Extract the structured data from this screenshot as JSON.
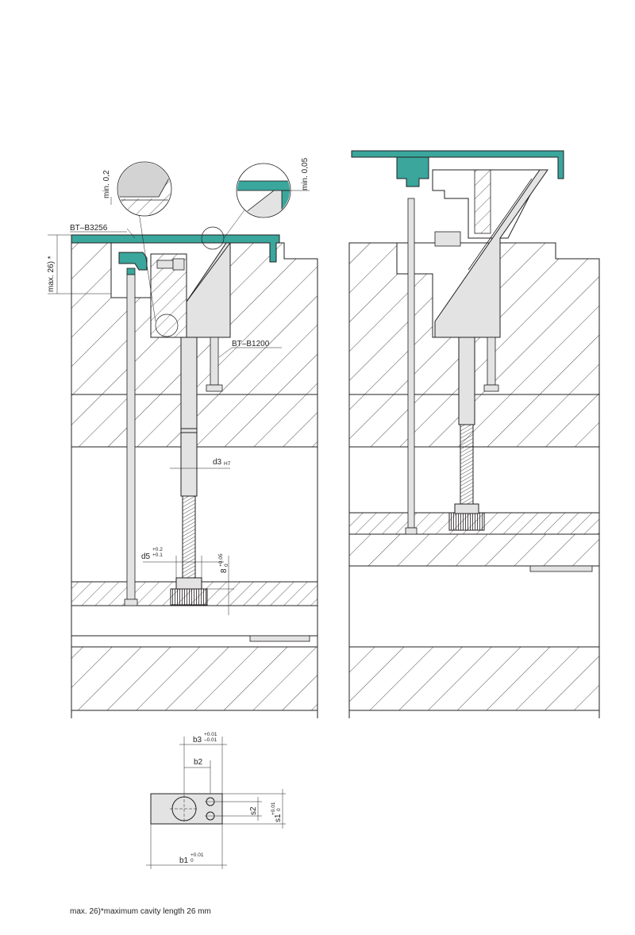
{
  "colors": {
    "mold_insert": "#3aa69c",
    "part": "#e3e3e3",
    "line": "#231f20"
  },
  "labels": {
    "bt_b3256": "BT–B3256",
    "bt_b1200": "BT–B1200",
    "max_cavity": "max. 26) *",
    "min_02": "min. 0,2",
    "min_005": "min. 0,05",
    "d3": "d3",
    "d3_tol": "H7",
    "d5": "d5",
    "d5_tol_up": "+0.2",
    "d5_tol_low": "+0.1",
    "dim_8": "8",
    "dim_8_tol_up": "+0.05",
    "dim_8_tol_low": "0",
    "b1": "b1",
    "b1_tol_up": "+0.01",
    "b1_tol_low": "0",
    "b2": "b2",
    "b3": "b3",
    "b3_tol_up": "+0.01",
    "b3_tol_low": "–0.01",
    "s1": "s1",
    "s1_tol": "+0.01",
    "s1_tol_low": "0",
    "s2": "s2"
  },
  "footnote": "max. 26)*maximum cavity length 26 mm"
}
